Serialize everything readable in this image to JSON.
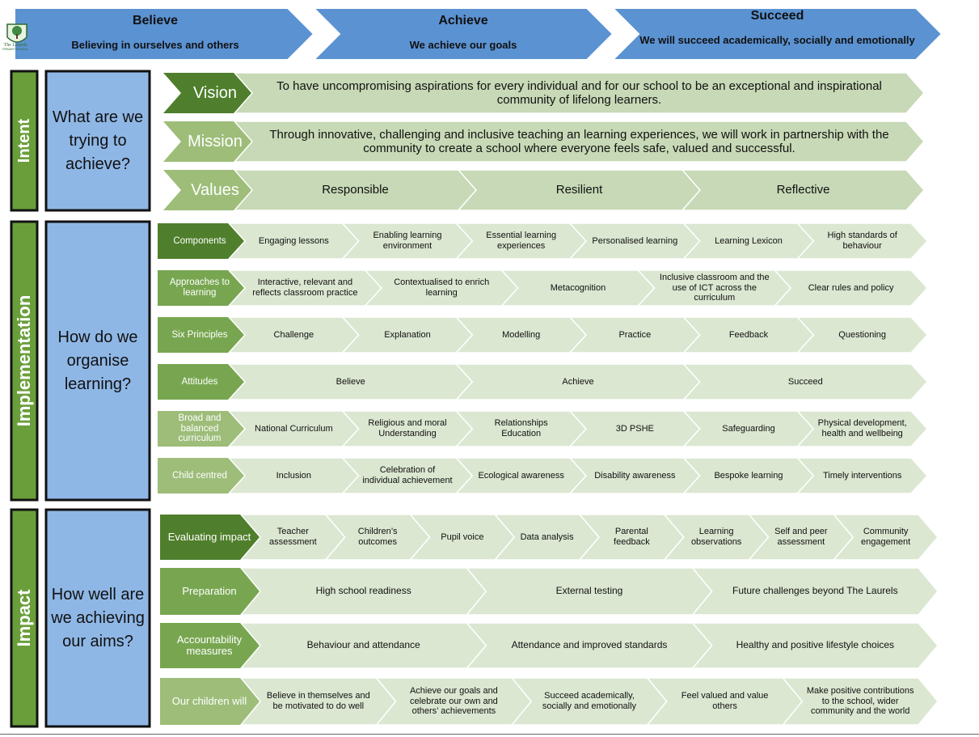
{
  "colors": {
    "header_blue": "#5b92d2",
    "header_blue_stroke": "#ffffff",
    "side_green": "#6a9e3b",
    "side_border": "#111111",
    "question_blue": "#8fb7e6",
    "dark_green": "#4f7f2c",
    "mid_green": "#78a650",
    "light_green": "#9dbd79",
    "chevron_intent": "#c7d9b6",
    "chevron_body": "#dbe7d1"
  },
  "logo": {
    "name": "The Laurels",
    "sub": "PRIMARY SCHOOL"
  },
  "header": [
    {
      "title": "Believe",
      "subtitle": "Believing in ourselves and others"
    },
    {
      "title": "Achieve",
      "subtitle": "We achieve our goals"
    },
    {
      "title": "Succeed",
      "subtitle": "We will succeed academically, socially and emotionally"
    }
  ],
  "sections": [
    {
      "label": "Intent",
      "question": "What are we trying to achieve?"
    },
    {
      "label": "Implementation",
      "question": "How do we organise learning?"
    },
    {
      "label": "Impact",
      "question": "How well are we achieving our aims?"
    }
  ],
  "intent_rows": [
    {
      "label": "Vision",
      "items": [
        "To have uncompromising aspirations for every individual and for our school to be an exceptional and inspirational community of lifelong learners."
      ]
    },
    {
      "label": "Mission",
      "items": [
        "Through innovative, challenging and inclusive teaching an learning experiences, we will work in partnership with the community to create a school where everyone feels safe, valued and successful."
      ]
    },
    {
      "label": "Values",
      "items": [
        "Responsible",
        "Resilient",
        "Reflective"
      ]
    }
  ],
  "implementation_rows": [
    {
      "label": "Components",
      "items": [
        "Engaging lessons",
        "Enabling learning environment",
        "Essential learning experiences",
        "Personalised learning",
        "Learning Lexicon",
        "High standards of behaviour"
      ]
    },
    {
      "label": "Approaches to learning",
      "items": [
        "Interactive, relevant and reflects classroom practice",
        "Contextualised to  enrich learning",
        "Metacognition",
        "Inclusive classroom and the use of ICT across the curriculum",
        "Clear rules and policy"
      ]
    },
    {
      "label": "Six Principles",
      "items": [
        "Challenge",
        "Explanation",
        "Modelling",
        "Practice",
        "Feedback",
        "Questioning"
      ]
    },
    {
      "label": "Attitudes",
      "items": [
        "Believe",
        "Achieve",
        "Succeed"
      ]
    },
    {
      "label": "Broad and balanced curriculum",
      "items": [
        "National Curriculum",
        "Religious and moral Understanding",
        "Relationships Education",
        "3D PSHE",
        "Safeguarding",
        "Physical development, health and wellbeing"
      ]
    },
    {
      "label": "Child centred",
      "items": [
        "Inclusion",
        "Celebration of individual achievement",
        "Ecological awareness",
        "Disability awareness",
        "Bespoke learning",
        "Timely interventions"
      ]
    }
  ],
  "impact_rows": [
    {
      "label": "Evaluating impact",
      "items": [
        "Teacher assessment",
        "Children’s outcomes",
        "Pupil voice",
        "Data analysis",
        "Parental feedback",
        "Learning observations",
        "Self and peer assessment",
        "Community engagement"
      ]
    },
    {
      "label": "Preparation",
      "items": [
        "High school readiness",
        "External testing",
        "Future challenges beyond The Laurels"
      ]
    },
    {
      "label": "Accountability measures",
      "items": [
        "Behaviour and attendance",
        "Attendance and improved standards",
        "Healthy and positive lifestyle choices"
      ]
    },
    {
      "label": "Our children will",
      "items": [
        "Believe in themselves and be motivated to do well",
        "Achieve our goals and celebrate our own and others’ achievements",
        "Succeed academically, socially and emotionally",
        "Feel valued and value others",
        "Make positive contributions to the school, wider community and the world"
      ]
    }
  ]
}
